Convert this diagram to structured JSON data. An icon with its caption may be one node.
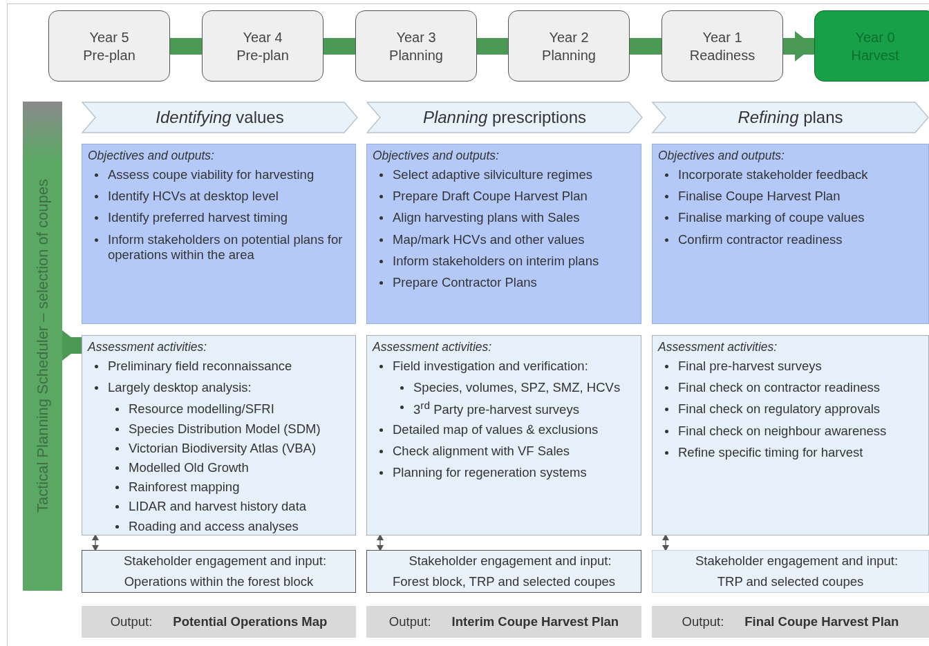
{
  "diagram": {
    "nodes": [
      {
        "text": [
          "Year 5",
          "Pre-plan"
        ]
      },
      {
        "text": [
          "Year 4",
          "Pre-plan"
        ]
      },
      {
        "text": [
          "Year 3",
          "Planning"
        ]
      },
      {
        "text": [
          "Year 2",
          "Planning"
        ]
      },
      {
        "text": [
          "Year 1",
          "Readiness"
        ]
      },
      {
        "text": [
          "Year 0",
          "Harvest"
        ]
      },
      {
        "text": [
          "Tactical Planning Scheduler – selection of coupes"
        ]
      },
      {
        "text": [
          "*Identifying* values"
        ]
      },
      {
        "text": [
          "Objectives and outputs:",
          "Assess coupe viability for harvesting",
          "Identify HCVs at desktop level",
          "Identify preferred harvest timing",
          "Inform stakeholders on potential plans for operations within the area"
        ]
      },
      {
        "text": [
          "Assessment activities:",
          "Preliminary field reconnaissance",
          "Largely desktop analysis:",
          "Resource modelling/SFRI",
          "Species Distribution Model (SDM)",
          "Victorian Biodiversity Atlas (VBA)",
          "Modelled Old Growth",
          "Rainforest mapping",
          "LIDAR and harvest history data",
          "Roading and access analyses"
        ]
      },
      {
        "text": [
          "Stakeholder engagement and input:",
          "Operations within the forest block"
        ]
      },
      {
        "text": [
          "Output:",
          "Potential Operations Map"
        ]
      },
      {
        "text": [
          "*Planning* prescriptions"
        ]
      },
      {
        "text": [
          "Objectives and outputs:",
          "Select adaptive silviculture regimes",
          "Prepare Draft Coupe Harvest Plan",
          "Align harvesting plans with Sales",
          "Map/mark HCVs and other values",
          "Inform stakeholders on interim plans",
          "Prepare Contractor Plans"
        ]
      },
      {
        "text": [
          "Assessment activities:",
          "Field investigation and verification:",
          "Species, volumes, SPZ, SMZ, HCVs",
          "3$^{rd}$ Party pre-harvest surveys",
          "Detailed map of values & exclusions",
          "Check alignment with VF Sales",
          "Planning for regeneration systems"
        ]
      },
      {
        "text": [
          "Stakeholder engagement and input:",
          "Forest block, TRP and selected coupes"
        ]
      },
      {
        "text": [
          "Output:",
          "Interim Coupe Harvest Plan"
        ]
      },
      {
        "text": [
          "*Refining* plans"
        ]
      },
      {
        "text": [
          "Objectives and outputs:",
          "Incorporate stakeholder feedback",
          "Finalise Coupe Harvest Plan",
          "Finalise marking of coupe values",
          "Confirm contractor readiness"
        ]
      },
      {
        "text": [
          "Assessment activities:",
          "Final pre-harvest surveys",
          "Final check on contractor readiness",
          "Final check on regulatory approvals",
          "Final check on neighbour awareness",
          "Refine specific timing for harvest"
        ]
      },
      {
        "text": [
          "Stakeholder engagement and input:",
          "TRP and selected coupes"
        ]
      },
      {
        "text": [
          "Output:",
          "Final Coupe Harvest Plan"
        ]
      }
    ],
    "edges": [
      {
        "from": 0,
        "to": 1,
        "arrow": "none"
      },
      {
        "from": 1,
        "to": 2,
        "arrow": "none"
      },
      {
        "from": 2,
        "to": 3,
        "arrow": "none"
      },
      {
        "from": 3,
        "to": 4,
        "arrow": "none"
      },
      {
        "from": 4,
        "to": 5,
        "arrow": "to"
      },
      {
        "from": 6,
        "to": 9,
        "arrow": "to"
      },
      {
        "from": 9,
        "to": 10,
        "arrow": "both",
        "color": "#555555"
      },
      {
        "from": 14,
        "to": 15,
        "arrow": "both",
        "color": "#555555"
      },
      {
        "from": 19,
        "to": 20,
        "arrow": "both",
        "color": "#555555"
      }
    ]
  }
}
